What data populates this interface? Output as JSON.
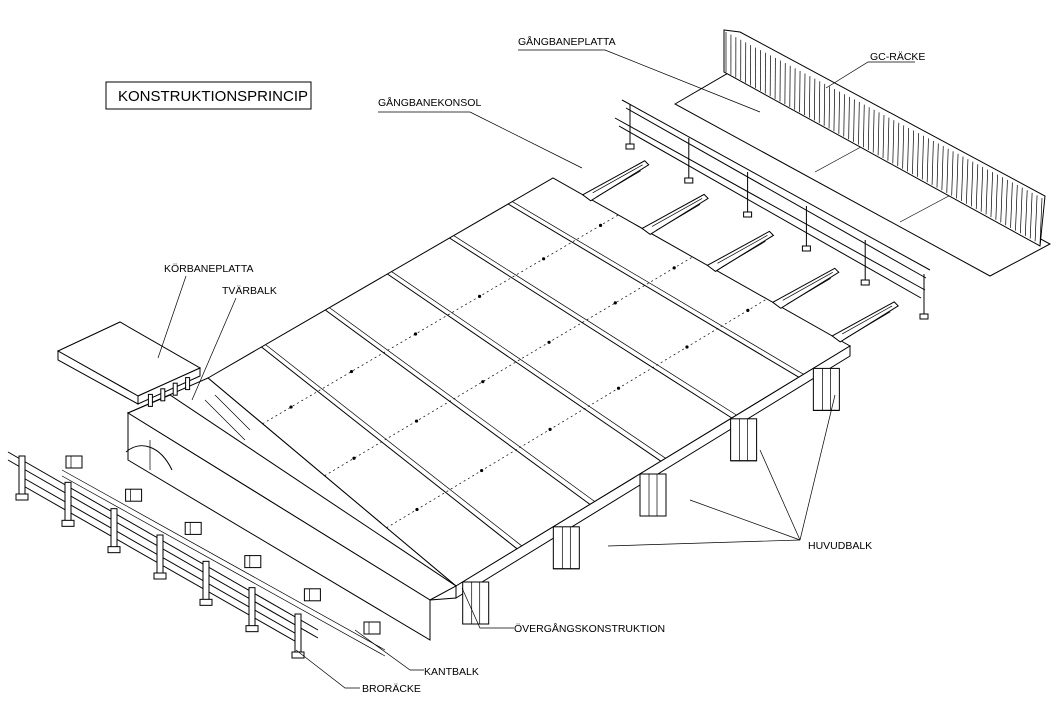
{
  "title": "KONSTRUKTIONSPRINCIP",
  "labels": {
    "gangbaneplatta": "GÅNGBANEPLATTA",
    "gc_racke": "GC-RÄCKE",
    "gangbanekonsol": "GÅNGBANEKONSOL",
    "korbaneplatta": "KÖRBANEPLATTA",
    "tvarbalk": "TVÄRBALK",
    "huvudbalk": "HUVUDBALK",
    "overgangskonstruktion": "ÖVERGÅNGSKONSTRUKTION",
    "kantbalk": "KANTBALK",
    "broracke": "BRORÄCKE"
  }
}
